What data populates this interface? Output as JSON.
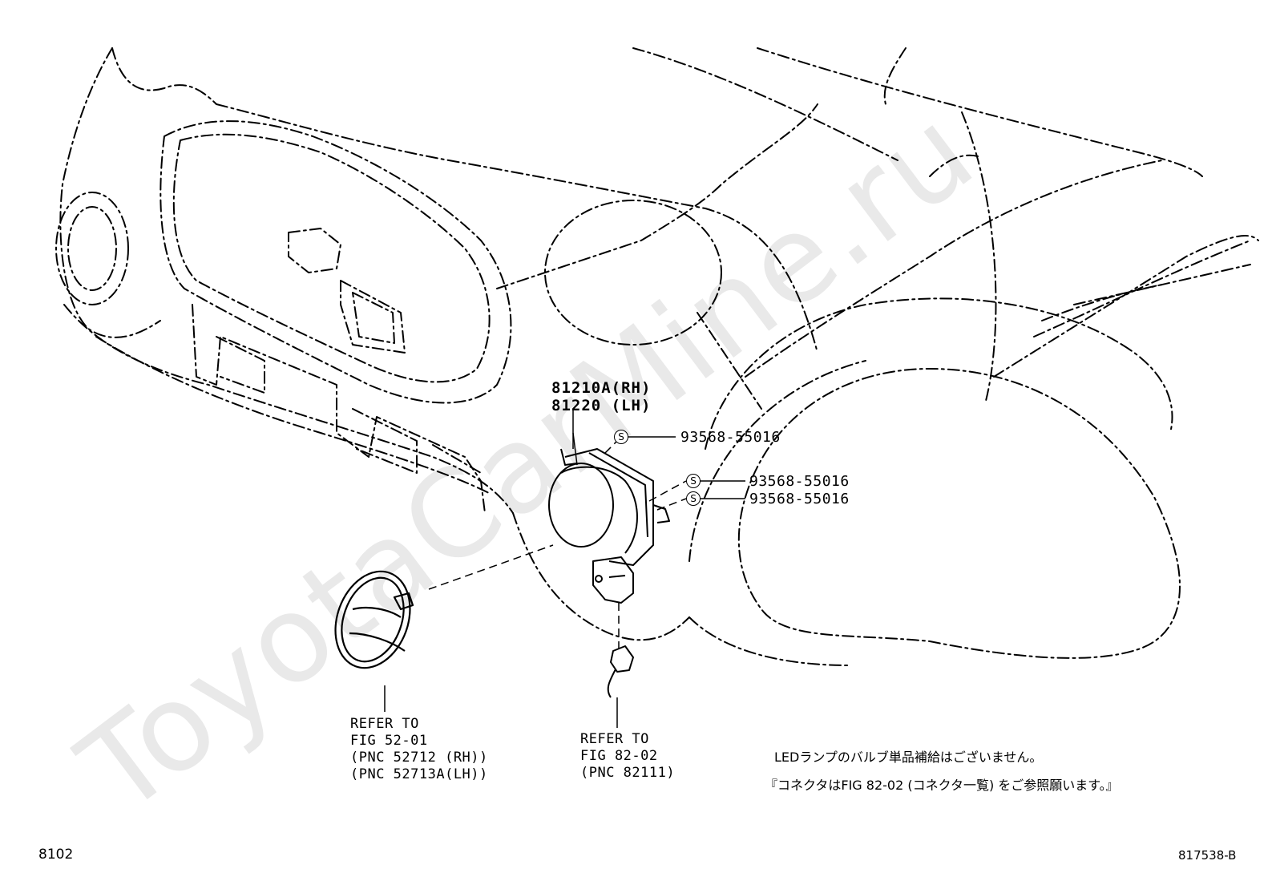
{
  "watermark": "ToyotaCarMine.ru",
  "figure_code": "8102",
  "illustration_id": "817538-B",
  "main_part": {
    "line1": "81210A(RH)",
    "line2": "81220 (LH)"
  },
  "screws": [
    {
      "symbol": "S",
      "part_number": "93568-55016"
    },
    {
      "symbol": "S",
      "part_number": "93568-55016"
    },
    {
      "symbol": "S",
      "part_number": "93568-55016"
    }
  ],
  "bezel_reference": {
    "line1": "REFER TO",
    "line2": "FIG 52-01",
    "line3": "(PNC 52712 (RH))",
    "line4": "(PNC 52713A(LH))"
  },
  "wiring_reference": {
    "line1": "REFER TO",
    "line2": "FIG 82-02",
    "line3": "(PNC 82111)"
  },
  "notes": {
    "line1": "LEDランプのバルブ単品補給はございません。",
    "line2": "『コネクタはFIG 82-02 (コネクタ一覧) をご参照願います。』"
  }
}
